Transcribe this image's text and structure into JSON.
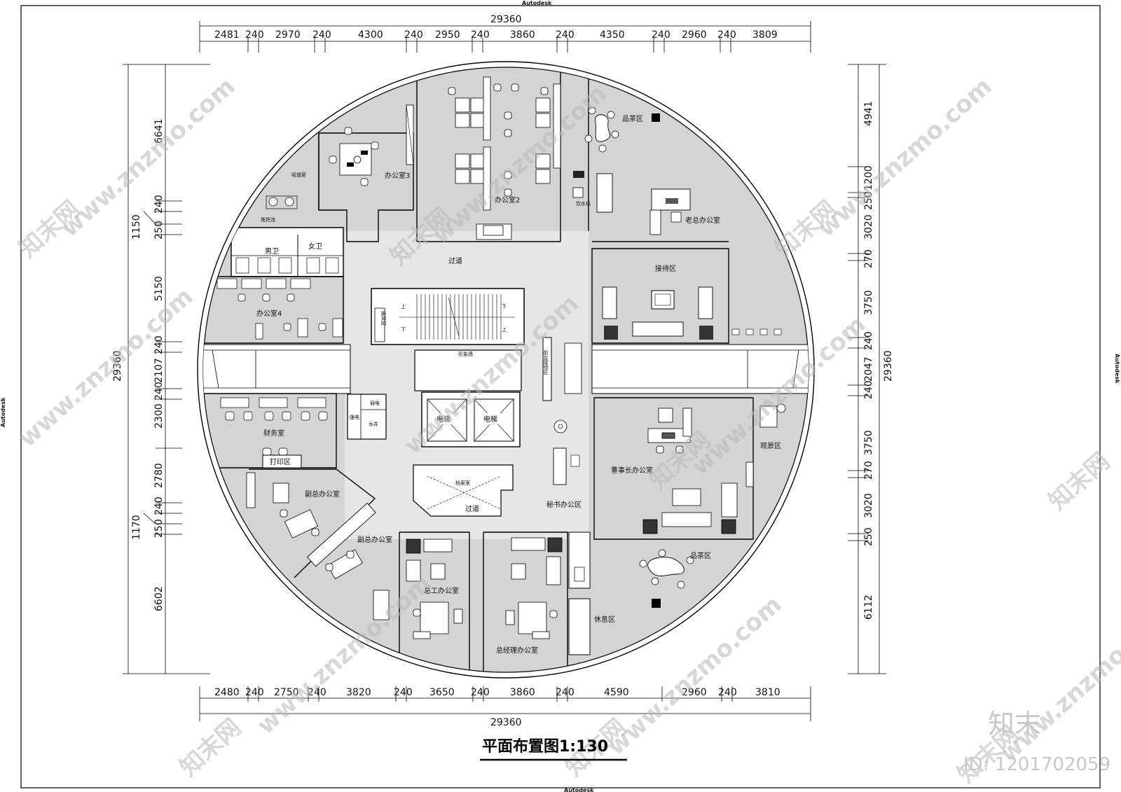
{
  "title": "平面布置图1:130",
  "autodesk_label": "Autodesk",
  "overall_dimension": "29360",
  "top_dimensions": [
    "2481",
    "240",
    "2970",
    "240",
    "4300",
    "240",
    "2950",
    "240",
    "3860",
    "240",
    "4350",
    "240",
    "2960",
    "240",
    "3809"
  ],
  "bottom_dimensions": [
    "2480",
    "240",
    "2750",
    "240",
    "3820",
    "240",
    "3650",
    "240",
    "3860",
    "240",
    "4590",
    "2960",
    "240",
    "3810"
  ],
  "left_dimensions": [
    "6641",
    "240",
    "1150",
    "250",
    "5150",
    "240",
    "2107",
    "240",
    "2300",
    "2780",
    "240",
    "1170",
    "250",
    "6602"
  ],
  "right_dimensions": [
    "4941",
    "1200",
    "250",
    "3020",
    "270",
    "3750",
    "240",
    "2047",
    "240",
    "3750",
    "270",
    "3020",
    "250",
    "6112"
  ],
  "rooms": {
    "smoking_room": "吸烟室",
    "office3": "办公室3",
    "office2": "办公室2",
    "tea_area_top": "品茶区",
    "water_dispenser": "饮水机",
    "boss_office": "老总办公室",
    "corridor_top": "过道",
    "mop_pool": "拖把池",
    "mens_toilet": "男卫",
    "womens_toilet": "女卫",
    "reception_area": "接待区",
    "office4": "办公室4",
    "vent_shaft": "通风管",
    "stair_up_1": "上",
    "stair_down_1": "下",
    "stair_down_2": "下",
    "stair_up_2": "上",
    "image_wall": "形象墙",
    "front_desk": "前台接待区",
    "weak_current": "弱电",
    "strong_current": "强电",
    "water_well": "水井",
    "elevator_1": "电梯",
    "elevator_2": "电梯",
    "finance_room": "财务室",
    "archive_room": "档案室",
    "view_area": "观景区",
    "chairman_office": "董事长办公室",
    "print_area": "打印区",
    "secretary_area": "秘书办公区",
    "vice_office_1": "副总办公室",
    "corridor_bottom": "过道",
    "vice_office_2": "副总办公室",
    "tea_area_bottom": "品茶区",
    "chief_engineer_office": "总工办公室",
    "rest_area": "休息区",
    "gm_office": "总经理办公室"
  },
  "watermarks": {
    "site": "www.znzmo.com",
    "brand": "知末网",
    "logo": "知末",
    "id": "ID: 1201702059"
  }
}
